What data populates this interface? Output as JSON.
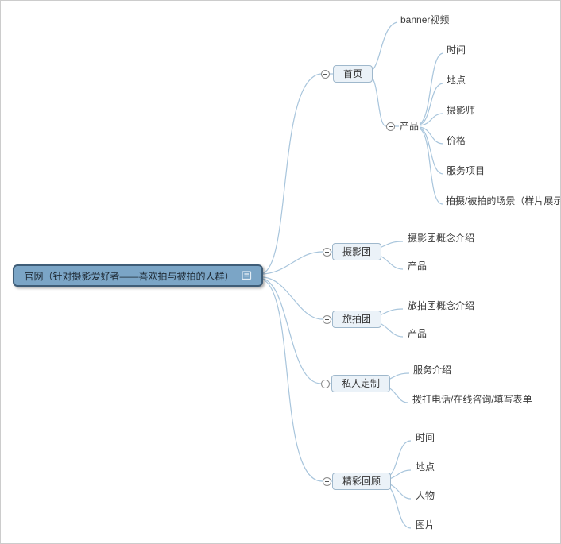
{
  "mindmap": {
    "root": {
      "label": "官网（针对摄影爱好者——喜欢拍与被拍的人群）",
      "icon": "notes-icon"
    },
    "branches": [
      {
        "label": "首页",
        "children": [
          {
            "label": "banner视频"
          },
          {
            "label": "产品",
            "children": [
              {
                "label": "时间"
              },
              {
                "label": "地点"
              },
              {
                "label": "摄影师"
              },
              {
                "label": "价格"
              },
              {
                "label": "服务项目"
              },
              {
                "label": "拍摄/被拍的场景（样片展示）"
              }
            ]
          }
        ]
      },
      {
        "label": "摄影团",
        "children": [
          {
            "label": "摄影团概念介绍"
          },
          {
            "label": "产品"
          }
        ]
      },
      {
        "label": "旅拍团",
        "children": [
          {
            "label": "旅拍团概念介绍"
          },
          {
            "label": "产品"
          }
        ]
      },
      {
        "label": "私人定制",
        "children": [
          {
            "label": "服务介绍"
          },
          {
            "label": "拨打电话/在线咨询/填写表单"
          }
        ]
      },
      {
        "label": "精彩回顾",
        "children": [
          {
            "label": "时间"
          },
          {
            "label": "地点"
          },
          {
            "label": "人物"
          },
          {
            "label": "图片"
          }
        ]
      }
    ],
    "icons": {
      "root_note_icon": "notes-icon",
      "collapse_icon": "minus-circle-icon"
    },
    "colors": {
      "line_color": "#a8c5dc",
      "root_fill": "#7ba5c6",
      "root_border": "#3f5d77",
      "branch_fill": "#ebf2f8",
      "branch_border": "#9fb8cc",
      "text_color": "#3a3a3a"
    }
  }
}
